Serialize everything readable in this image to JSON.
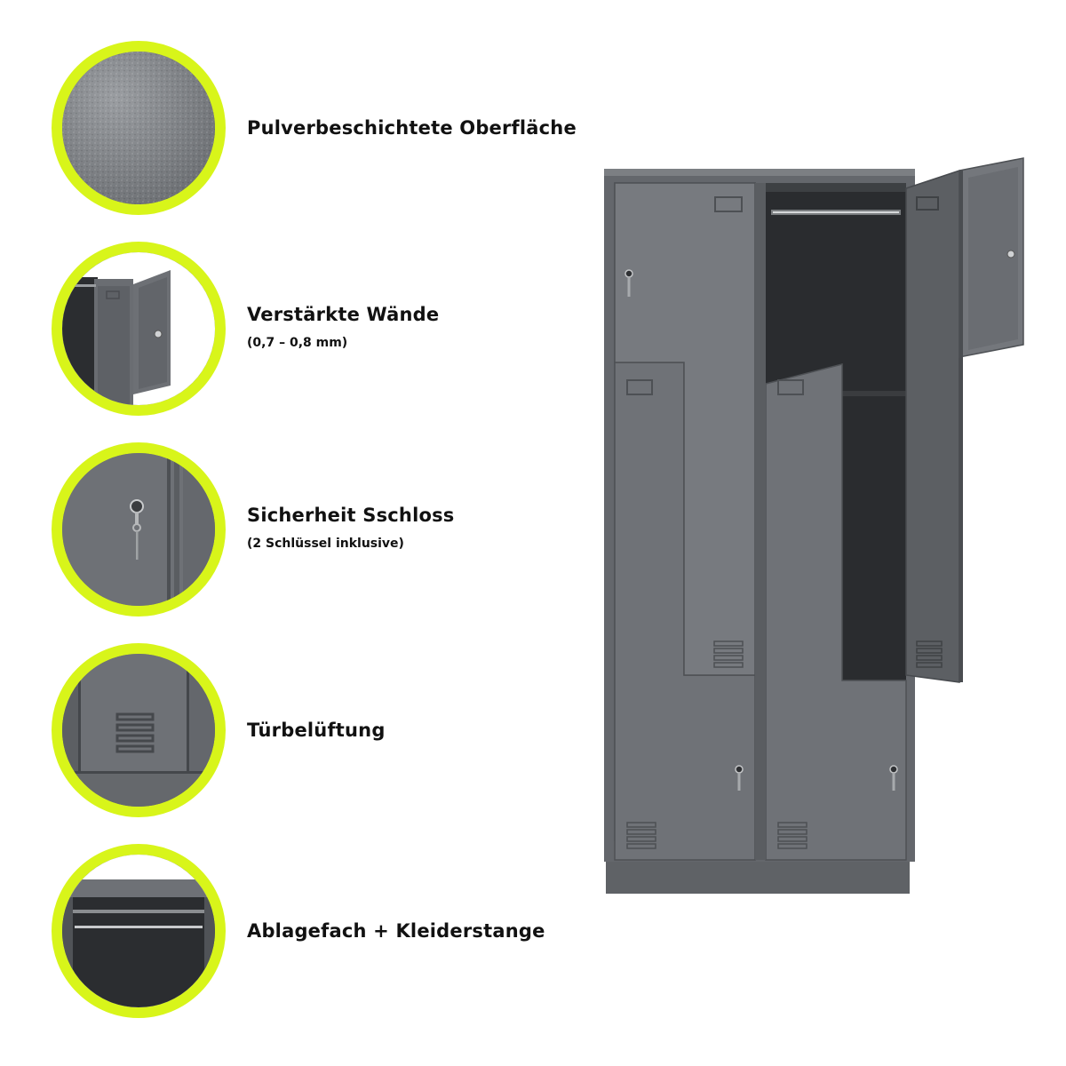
{
  "colors": {
    "accent_ring": "#d8f51a",
    "metal": "#6d7075",
    "metal_dark": "#2a2c2f",
    "text": "#111111",
    "background": "#ffffff"
  },
  "features": [
    {
      "title": "Pulverbeschichtete Oberfläche",
      "subtitle": "",
      "icon": "powder-coated-surface-closeup"
    },
    {
      "title": "Verstärkte Wände",
      "subtitle": "(0,7 – 0,8 mm)",
      "icon": "reinforced-walls-closeup"
    },
    {
      "title": "Sicherheit Sschloss",
      "subtitle": "(2 Schlüssel inklusive)",
      "icon": "security-lock-closeup"
    },
    {
      "title": "Türbelüftung",
      "subtitle": "",
      "icon": "door-ventilation-closeup"
    },
    {
      "title": "Ablagefach + Kleiderstange",
      "subtitle": "",
      "icon": "shelf-and-rail-closeup"
    }
  ],
  "product": {
    "icon": "z-locker-cabinet-illustration"
  }
}
